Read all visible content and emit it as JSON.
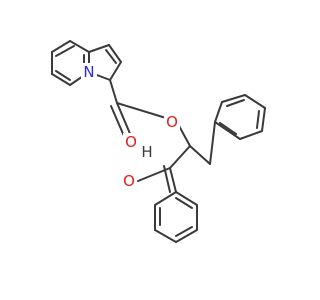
{
  "molecule": {
    "atoms": [
      {
        "label": "N",
        "color": "#2a2ad6"
      },
      {
        "label": "O",
        "color": "#e01e1e"
      },
      {
        "label": "O",
        "color": "#e01e1e"
      },
      {
        "label": "O",
        "color": "#e01e1e"
      },
      {
        "label": "H",
        "color": "#3a3a3a"
      }
    ]
  }
}
